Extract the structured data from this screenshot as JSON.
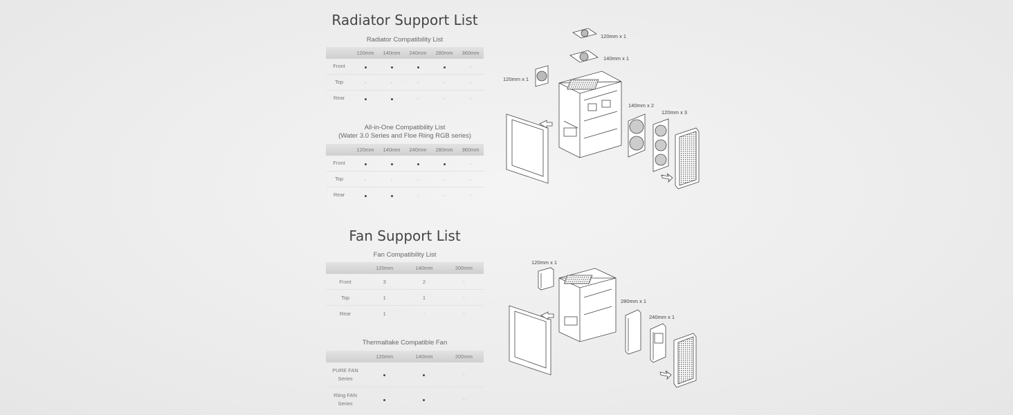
{
  "radiator": {
    "title": "Radiator Support List",
    "rad_table": {
      "caption": "Radiator Compatibility List",
      "columns": [
        "120mm",
        "140mm",
        "240mm",
        "280mm",
        "360mm"
      ],
      "rows": [
        {
          "label": "Front",
          "cells": [
            "dot",
            "dot",
            "dot",
            "dot",
            "-"
          ]
        },
        {
          "label": "Top",
          "cells": [
            "-",
            "-",
            "-",
            "-",
            "-"
          ]
        },
        {
          "label": "Rear",
          "cells": [
            "dot",
            "dot",
            "-",
            "-",
            "-"
          ]
        }
      ]
    },
    "aio_table": {
      "caption_line1": "All-in-One Compatibility List",
      "caption_line2": "(Water 3.0 Series and Floe Riing RGB series)",
      "columns": [
        "120mm",
        "140mm",
        "240mm",
        "280mm",
        "360mm"
      ],
      "rows": [
        {
          "label": "Front",
          "cells": [
            "dot",
            "dot",
            "dot",
            "dot",
            "-"
          ]
        },
        {
          "label": "Top",
          "cells": [
            "-",
            "-",
            "-",
            "-",
            "-"
          ]
        },
        {
          "label": "Rear",
          "cells": [
            "dot",
            "dot",
            "-",
            "-",
            "-"
          ]
        }
      ]
    },
    "diagram_labels": {
      "top_fan_120": "120mm x 1",
      "top_fan_140": "140mm x 1",
      "rear_fan_120": "120mm x 1",
      "front_fan_140": "140mm x 2",
      "front_fan_120": "120mm x 3"
    }
  },
  "fan": {
    "title": "Fan Support List",
    "fan_table": {
      "caption": "Fan Compatibility List",
      "columns": [
        "120mm",
        "140mm",
        "200mm"
      ],
      "rows": [
        {
          "label": "Front",
          "cells": [
            "3",
            "2",
            "-"
          ]
        },
        {
          "label": "Top",
          "cells": [
            "1",
            "1",
            "-"
          ]
        },
        {
          "label": "Rear",
          "cells": [
            "1",
            "-",
            "-"
          ]
        }
      ]
    },
    "tt_table": {
      "caption": "Thermaltake Compatible Fan",
      "columns": [
        "120mm",
        "140mm",
        "200mm"
      ],
      "rows": [
        {
          "label_line1": "PURE FAN",
          "label_line2": "Series",
          "cells": [
            "dot",
            "dot",
            "-"
          ]
        },
        {
          "label_line1": "Riing FAN",
          "label_line2": "Series",
          "cells": [
            "dot",
            "dot",
            "-"
          ]
        }
      ]
    },
    "diagram_labels": {
      "rear_rad_120": "120mm x 1",
      "front_rad_280": "280mm x 1",
      "front_rad_240": "240mm x 1"
    }
  }
}
